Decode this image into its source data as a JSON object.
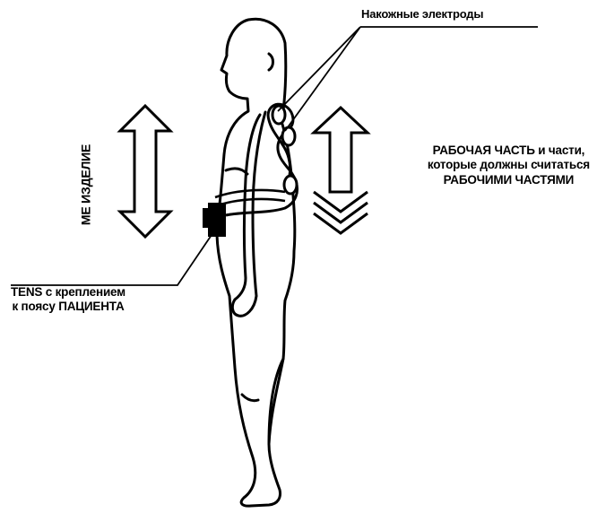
{
  "labels": {
    "electrodes": "Накожные электроды",
    "applied_part": [
      "РАБОЧАЯ ЧАСТЬ и части,",
      "которые должны считаться",
      "РАБОЧИМИ ЧАСТЯМИ"
    ],
    "tens": [
      "TENS с креплением",
      "к поясу ПАЦИЕНТА"
    ],
    "me_equipment": "МЕ ИЗДЕЛИЕ"
  },
  "colors": {
    "ink": "#000000",
    "background": "#ffffff"
  }
}
